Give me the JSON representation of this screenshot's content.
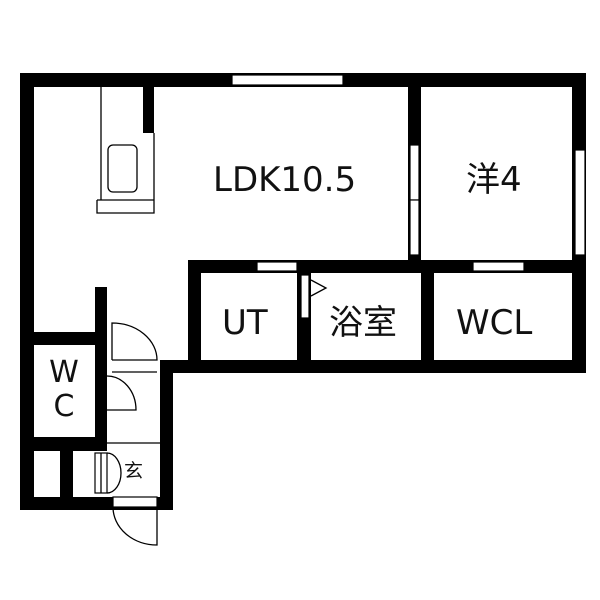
{
  "floor_plan": {
    "rooms": {
      "ldk": "LDK10.5",
      "western_room": "洋4",
      "utility": "UT",
      "bathroom": "浴室",
      "walk_in_closet": "WCL",
      "toilet_line1": "W",
      "toilet_line2": "C",
      "entrance": "玄"
    },
    "colors": {
      "wall": "#000000",
      "background": "#ffffff"
    }
  }
}
